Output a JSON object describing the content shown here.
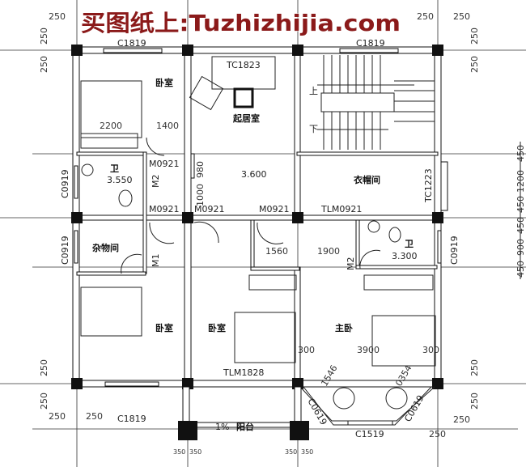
{
  "watermark": "买图纸上:Tuzhizhijia.com",
  "rooms": {
    "bedroom_nw": "卧室",
    "living": "起居室",
    "bath_w": "卫",
    "bath_w_level": "3.550",
    "hall_level": "3.600",
    "cloakroom": "衣帽间",
    "storage": "杂物间",
    "bath_e": "卫",
    "bath_e_level": "3.300",
    "bedroom_sw": "卧室",
    "bedroom_s": "卧室",
    "master": "主卧",
    "balcony": "阳台",
    "slope": "1%",
    "stair_up": "上",
    "stair_down": "下"
  },
  "openings": {
    "c1819_top_left": "C1819",
    "c1819_top_right": "C1819",
    "tc1823": "TC1823",
    "tc1223": "TC1223",
    "c0919_a": "C0919",
    "c0919_b": "C0919",
    "c0919_c": "C0919",
    "m0921_a": "M0921",
    "m0921_b": "M0921",
    "m0921_c": "M0921",
    "m0921_d": "M0921",
    "tlm0921": "TLM0921",
    "m2_a": "M2",
    "m2_b": "M2",
    "m1": "M1",
    "tlm1828": "TLM1828",
    "c1819_bottom": "C1819",
    "c1519": "C1519",
    "c0619_a": "C0619",
    "c0619_b": "C0619"
  },
  "dimensions": {
    "d2200": "2200",
    "d1400": "1400",
    "d980": "980",
    "d1000": "1000",
    "d1560": "1560",
    "d1900": "1900",
    "d3900": "3900",
    "d300a": "300",
    "d300b": "300",
    "d250": "250",
    "d350": "350",
    "bay_a": "1546",
    "bay_b": "0354",
    "right_stack": [
      "450",
      "1200",
      "450",
      "450",
      "900",
      "450"
    ]
  }
}
